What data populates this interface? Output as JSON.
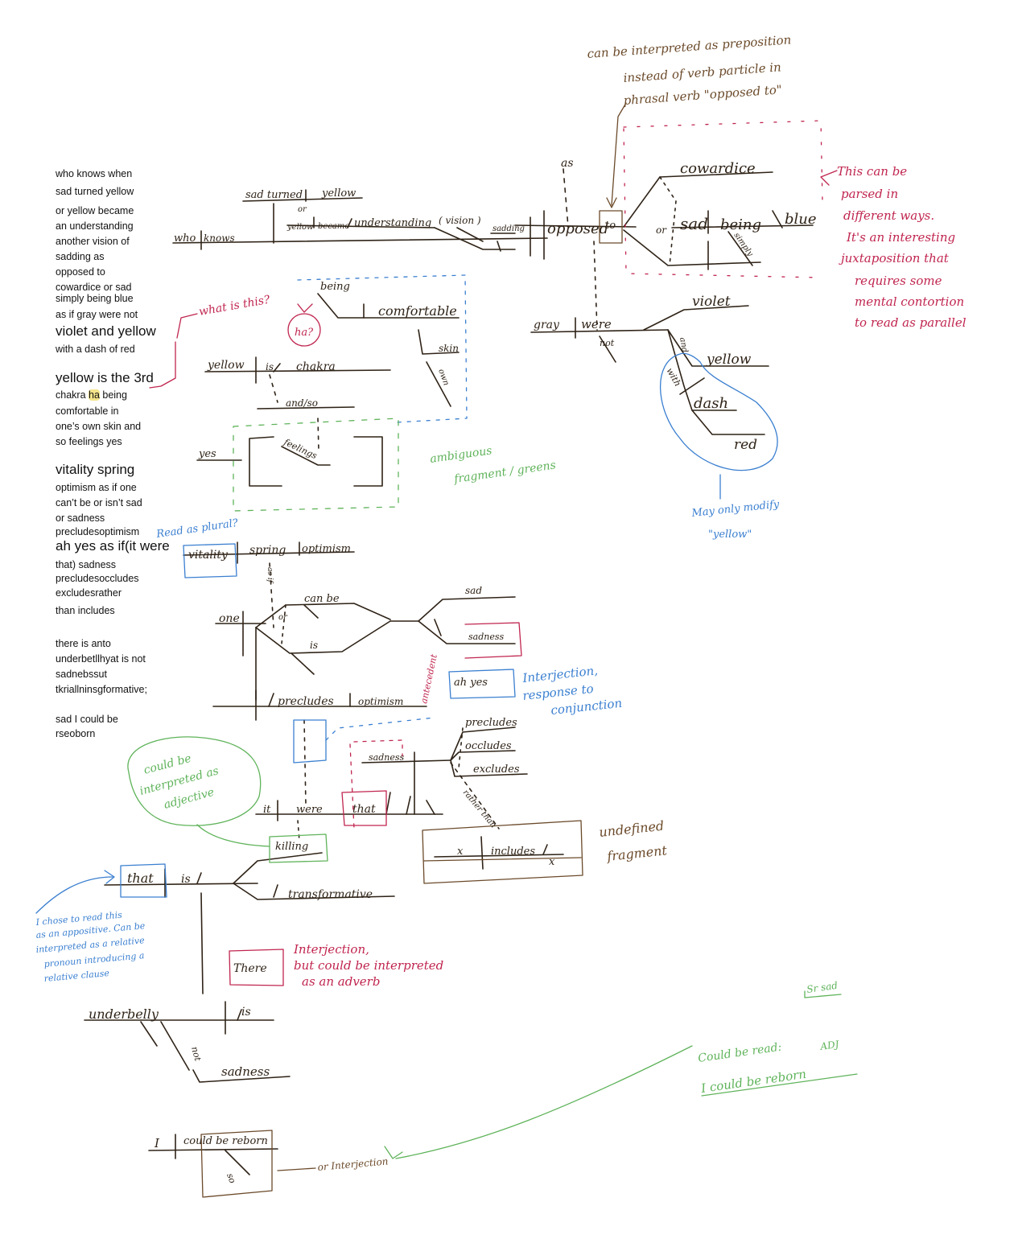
{
  "colors": {
    "brown": "#6b4a2a",
    "dark": "#2f2317",
    "crimson": "#c0254f",
    "blue": "#3a7fd0",
    "green": "#5fb35a",
    "highlight": "#f4e48a"
  },
  "poem": {
    "lines": [
      "who knows when",
      "sad turned yellow",
      "or yellow became",
      "an understanding",
      "another vision of",
      "sadding as",
      "opposed to",
      "cowardice or sad",
      "simply being blue",
      "as if gray were not",
      "violet and yellow",
      "with a dash of red",
      "yellow is the 3rd",
      "chakra ha being",
      "comfortable in",
      "one’s own skin and",
      "so feelings yes",
      "vitality spring",
      "optimism as if one",
      "can’t be or isn’t sad",
      "or sadness",
      "precludesoptimism",
      "ah yes as if(it were",
      "that) sadness",
      "precludesoccludes",
      "excludesrather",
      "than includes",
      "there is anto",
      "underbetllhyat is not",
      "sadnebssut",
      "tkriallninsgformative;",
      "sad I could be",
      "rseoborn"
    ]
  },
  "diagram": {
    "words": {
      "sad_turned": "sad turned",
      "yellow1": "yellow",
      "or1": "or",
      "who": "who",
      "knows": "knows",
      "yellow2": "yellow",
      "became": "became",
      "understanding": "understanding",
      "vision": "( vision )",
      "sadding": "sadding",
      "as": "as",
      "opposed": "opposed",
      "to1": "to",
      "cowardice": "cowardice",
      "sad2": "sad",
      "being": "being",
      "blue": "blue",
      "simply": "simply",
      "or2": "or",
      "gray": "gray",
      "were1": "were",
      "not1": "not",
      "violet": "violet",
      "and1": "and",
      "yellow3": "yellow",
      "with": "with",
      "dash": "dash",
      "red": "red",
      "being2": "being",
      "comfortable": "comfortable",
      "ha": "ha?",
      "skin": "skin",
      "own": "own",
      "yellow4": "yellow",
      "is1": "is",
      "chakra": "chakra",
      "andso": "and/so",
      "yes1": "yes",
      "feelings": "feelings",
      "vitality": "vitality",
      "spring": "spring",
      "optimism1": "optimism",
      "as_if": "as if",
      "one": "one",
      "can_be": "can be",
      "is2": "is",
      "sad3": "sad",
      "sadness1": "sadness",
      "or3": "or",
      "precludes1": "precludes",
      "optimism2": "optimism",
      "ah_yes": "ah yes",
      "it": "it",
      "were2": "were",
      "that1": "that",
      "sadness2": "sadness",
      "precludes2": "precludes",
      "occludes": "occludes",
      "excludes": "excludes",
      "rather_than": "rather than",
      "x1": "x",
      "includes": "includes",
      "x2": "x",
      "killing": "killing",
      "that2": "that",
      "is3": "is",
      "transformative": "transformative",
      "there": "There",
      "underbelly": "underbelly",
      "is4": "is",
      "not2": "not",
      "sadness3": "sadness",
      "I": "I",
      "could_be_reborn": "could be reborn",
      "so": "so",
      "sr_sad": "Sr sad"
    },
    "notes": {
      "preposition": [
        "can be interpreted as preposition",
        "instead of verb particle in",
        "phrasal verb \"opposed to\""
      ],
      "parsed": [
        "This can be",
        "parsed in",
        "different ways.",
        "It's an interesting",
        "juxtaposition that",
        "requires some",
        "mental contortion",
        "to read as parallel"
      ],
      "what_is_this": "what is this?",
      "ambiguous": [
        "ambiguous",
        "fragment / greens"
      ],
      "may_only_modify": [
        "May only modify",
        "\"yellow\""
      ],
      "read_as_plural": "Read as plural?",
      "antecedent": "antecedent",
      "interjection_response": [
        "Interjection,",
        "response to",
        "conjunction"
      ],
      "undefined_fragment": [
        "undefined",
        "fragment"
      ],
      "could_be_adjective": [
        "could be",
        "interpreted as",
        "adjective"
      ],
      "appositive": [
        "I chose to read this",
        "as an appositive. Can be",
        "interpreted as a relative",
        "pronoun introducing a",
        "relative clause"
      ],
      "interjection_adverb": [
        "Interjection,",
        "but could be interpreted",
        "as an adverb"
      ],
      "could_be_read": [
        "Could be read:",
        "ADJ",
        "I could be reborn"
      ],
      "or_interjection": "or Interjection"
    }
  }
}
